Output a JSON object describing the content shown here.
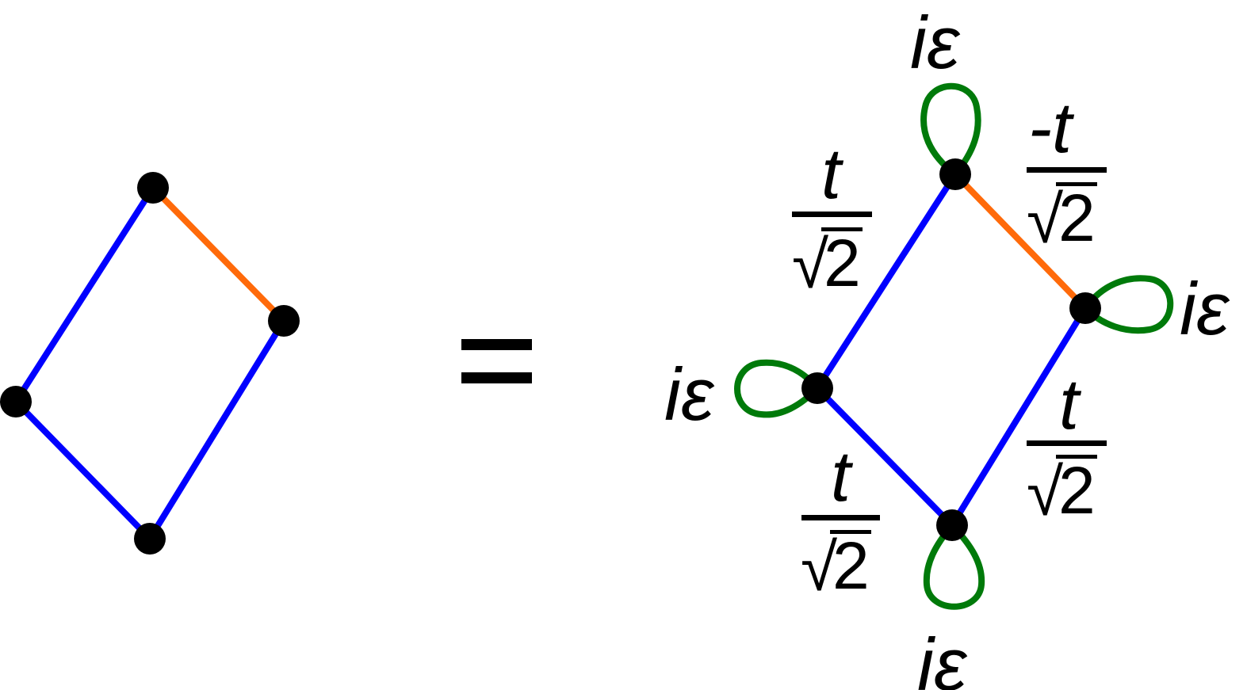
{
  "colors": {
    "edge_primary": "#0000ff",
    "edge_secondary": "#ff6a0a",
    "self_loop": "#007a0a",
    "vertex": "#000000"
  },
  "equals_sign": "=",
  "labels": {
    "onsite": "iε",
    "hop_positive": "t",
    "hop_negative": "-t",
    "denominator": "2",
    "radical": "√"
  },
  "left_graph": {
    "vertices": [
      "top",
      "right",
      "left",
      "bottom"
    ],
    "edges": [
      {
        "from": "top",
        "to": "right",
        "color": "orange"
      },
      {
        "from": "top",
        "to": "left",
        "color": "blue"
      },
      {
        "from": "left",
        "to": "bottom",
        "color": "blue"
      },
      {
        "from": "bottom",
        "to": "right",
        "color": "blue"
      }
    ]
  },
  "right_graph": {
    "vertices": [
      "top",
      "right",
      "left",
      "bottom"
    ],
    "edges": [
      {
        "from": "top",
        "to": "right",
        "color": "orange",
        "weight": "-t/√2"
      },
      {
        "from": "top",
        "to": "left",
        "color": "blue",
        "weight": "t/√2"
      },
      {
        "from": "left",
        "to": "bottom",
        "color": "blue",
        "weight": "t/√2"
      },
      {
        "from": "bottom",
        "to": "right",
        "color": "blue",
        "weight": "t/√2"
      }
    ],
    "self_loops": [
      {
        "vertex": "top",
        "label": "iε"
      },
      {
        "vertex": "right",
        "label": "iε"
      },
      {
        "vertex": "left",
        "label": "iε"
      },
      {
        "vertex": "bottom",
        "label": "iε"
      }
    ]
  }
}
